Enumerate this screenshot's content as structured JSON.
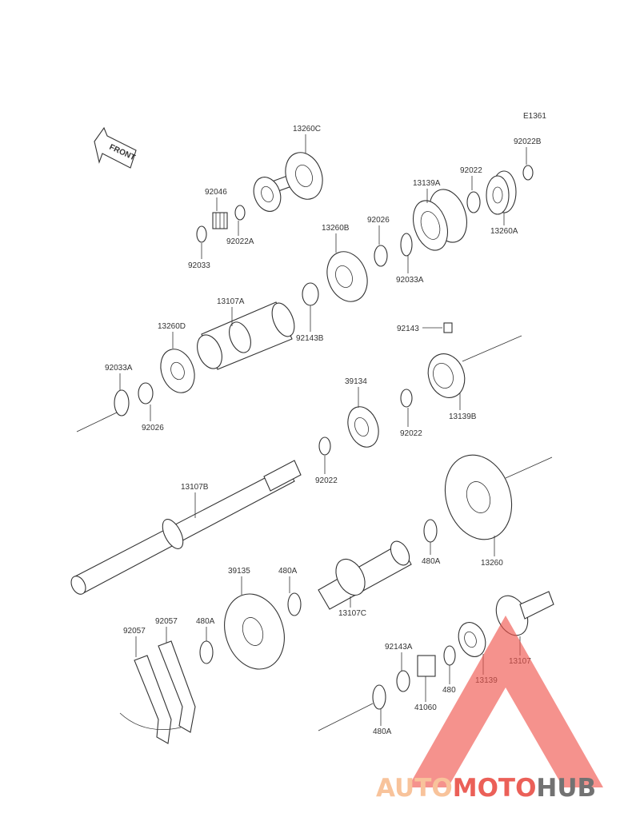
{
  "diagram_code": "E1361",
  "front_label": "FRONT",
  "watermark": {
    "part1": "AUTO",
    "part2": "MOTO",
    "part3": "HUB",
    "color_light": "#f7b98a",
    "color_red": "#e8453c",
    "color_dark": "#5a5a5a"
  },
  "callouts": [
    {
      "id": "13260C",
      "text": "13260C"
    },
    {
      "id": "92022B",
      "text": "92022B"
    },
    {
      "id": "92022",
      "text": "92022"
    },
    {
      "id": "13139A",
      "text": "13139A"
    },
    {
      "id": "92046",
      "text": "92046"
    },
    {
      "id": "92022A",
      "text": "92022A"
    },
    {
      "id": "92033",
      "text": "92033"
    },
    {
      "id": "13260A",
      "text": "13260A"
    },
    {
      "id": "92026",
      "text": "92026"
    },
    {
      "id": "92033A",
      "text": "92033A"
    },
    {
      "id": "13260B",
      "text": "13260B"
    },
    {
      "id": "13107A",
      "text": "13107A"
    },
    {
      "id": "13260D",
      "text": "13260D"
    },
    {
      "id": "92143B",
      "text": "92143B"
    },
    {
      "id": "92143",
      "text": "92143"
    },
    {
      "id": "92033A-2",
      "text": "92033A"
    },
    {
      "id": "92026-2",
      "text": "92026"
    },
    {
      "id": "13139B",
      "text": "13139B"
    },
    {
      "id": "39134",
      "text": "39134"
    },
    {
      "id": "92022-2",
      "text": "92022"
    },
    {
      "id": "92022-3",
      "text": "92022"
    },
    {
      "id": "13107B",
      "text": "13107B"
    },
    {
      "id": "480A",
      "text": "480A"
    },
    {
      "id": "13260",
      "text": "13260"
    },
    {
      "id": "39135",
      "text": "39135"
    },
    {
      "id": "480A-2",
      "text": "480A"
    },
    {
      "id": "13107C",
      "text": "13107C"
    },
    {
      "id": "92057",
      "text": "92057"
    },
    {
      "id": "92057-2",
      "text": "92057"
    },
    {
      "id": "480A-3",
      "text": "480A"
    },
    {
      "id": "92143A",
      "text": "92143A"
    },
    {
      "id": "480",
      "text": "480"
    },
    {
      "id": "41060",
      "text": "41060"
    },
    {
      "id": "13139",
      "text": "13139"
    },
    {
      "id": "13107",
      "text": "13107"
    },
    {
      "id": "480A-4",
      "text": "480A"
    }
  ]
}
